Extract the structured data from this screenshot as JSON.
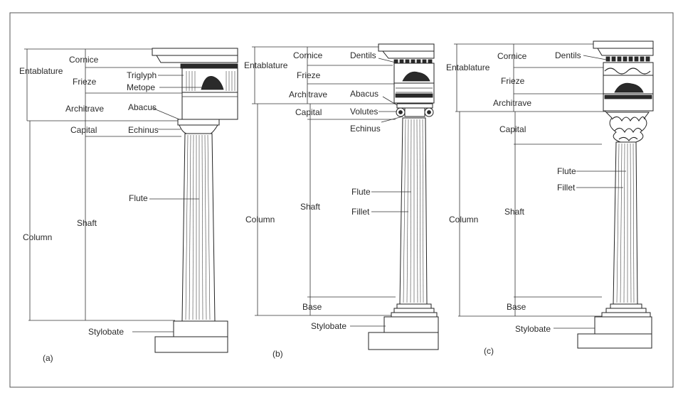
{
  "panels": [
    {
      "tag": "(a)",
      "labels": {
        "cornice": "Cornice",
        "entablature": "Entablature",
        "frieze": "Frieze",
        "triglyph": "Triglyph",
        "metope": "Metope",
        "architrave": "Architrave",
        "abacus": "Abacus",
        "capital": "Capital",
        "echinus": "Echinus",
        "flute": "Flute",
        "shaft": "Shaft",
        "column": "Column",
        "stylobate": "Stylobate"
      }
    },
    {
      "tag": "(b)",
      "labels": {
        "cornice": "Cornice",
        "dentils": "Dentils",
        "entablature": "Entablature",
        "frieze": "Frieze",
        "architrave": "Architrave",
        "abacus": "Abacus",
        "capital": "Capital",
        "volutes": "Volutes",
        "echinus": "Echinus",
        "flute": "Flute",
        "fillet": "Fillet",
        "shaft": "Shaft",
        "column": "Column",
        "base": "Base",
        "stylobate": "Stylobate"
      }
    },
    {
      "tag": "(c)",
      "labels": {
        "cornice": "Cornice",
        "dentils": "Dentils",
        "entablature": "Entablature",
        "frieze": "Frieze",
        "architrave": "Architrave",
        "capital": "Capital",
        "flute": "Flute",
        "fillet": "Fillet",
        "shaft": "Shaft",
        "column": "Column",
        "base": "Base",
        "stylobate": "Stylobate"
      }
    }
  ]
}
